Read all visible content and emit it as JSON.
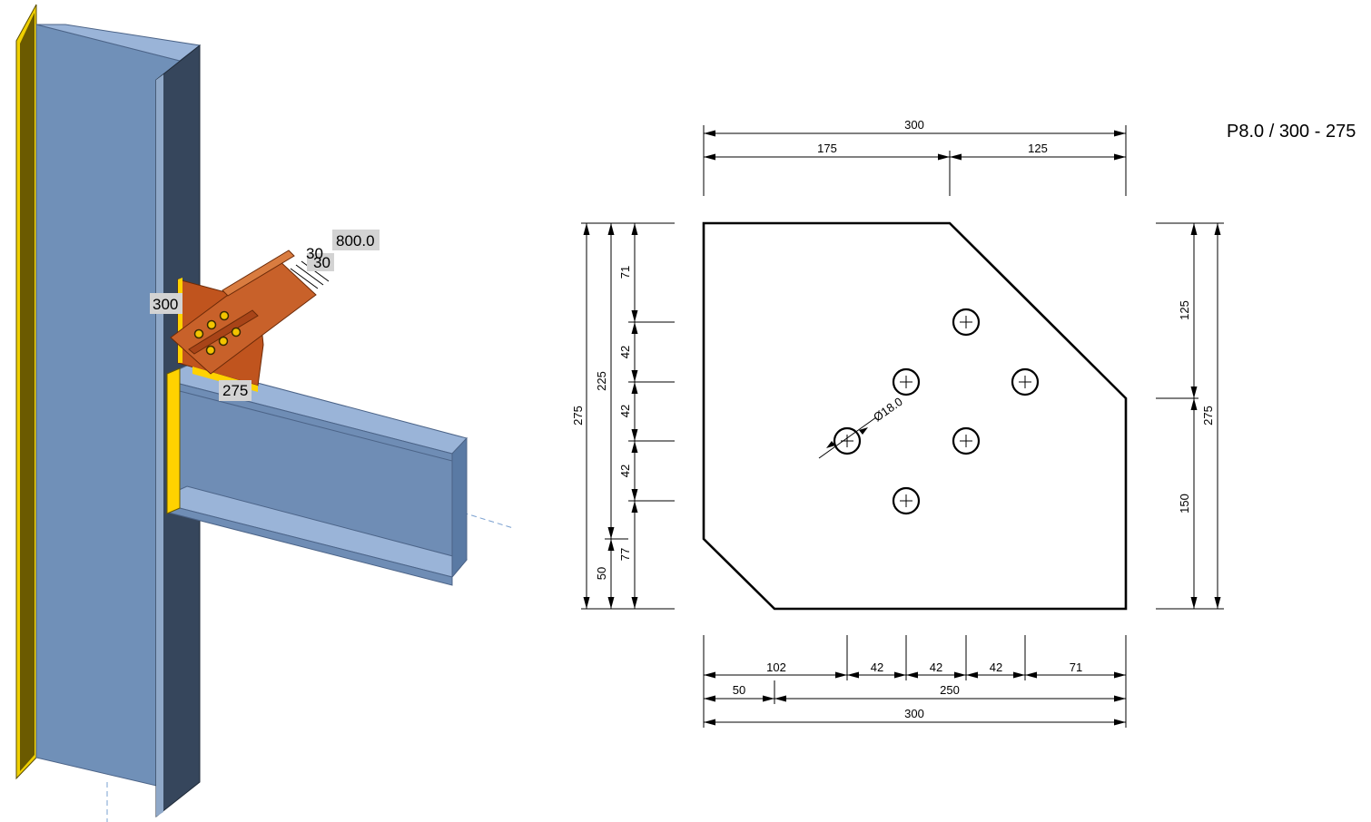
{
  "model": {
    "tags": {
      "length": "800.0",
      "offset_a": "30",
      "offset_b": "30",
      "plate_height": "300",
      "plate_width": "275"
    }
  },
  "drawing": {
    "title": "P8.0 / 300 - 275",
    "hole_diameter": "Ø18.0",
    "top_dims": {
      "overall": "300",
      "left": "175",
      "right": "125"
    },
    "left_dims": {
      "overall": "275",
      "mid": "225",
      "bottom": "50",
      "chain": [
        "71",
        "42",
        "42",
        "42",
        "77"
      ]
    },
    "right_dims": {
      "overall": "275",
      "upper": "125",
      "lower": "150"
    },
    "bottom_dims": {
      "chain": [
        "102",
        "42",
        "42",
        "42",
        "71"
      ],
      "small": "50",
      "remaining": "250",
      "overall": "300"
    },
    "colors": {
      "beam_face": "#7090b8",
      "beam_web_dark": "#36465c",
      "flange_edge": "#ffd200",
      "plate": "#c0541e",
      "line": "#000000"
    }
  }
}
